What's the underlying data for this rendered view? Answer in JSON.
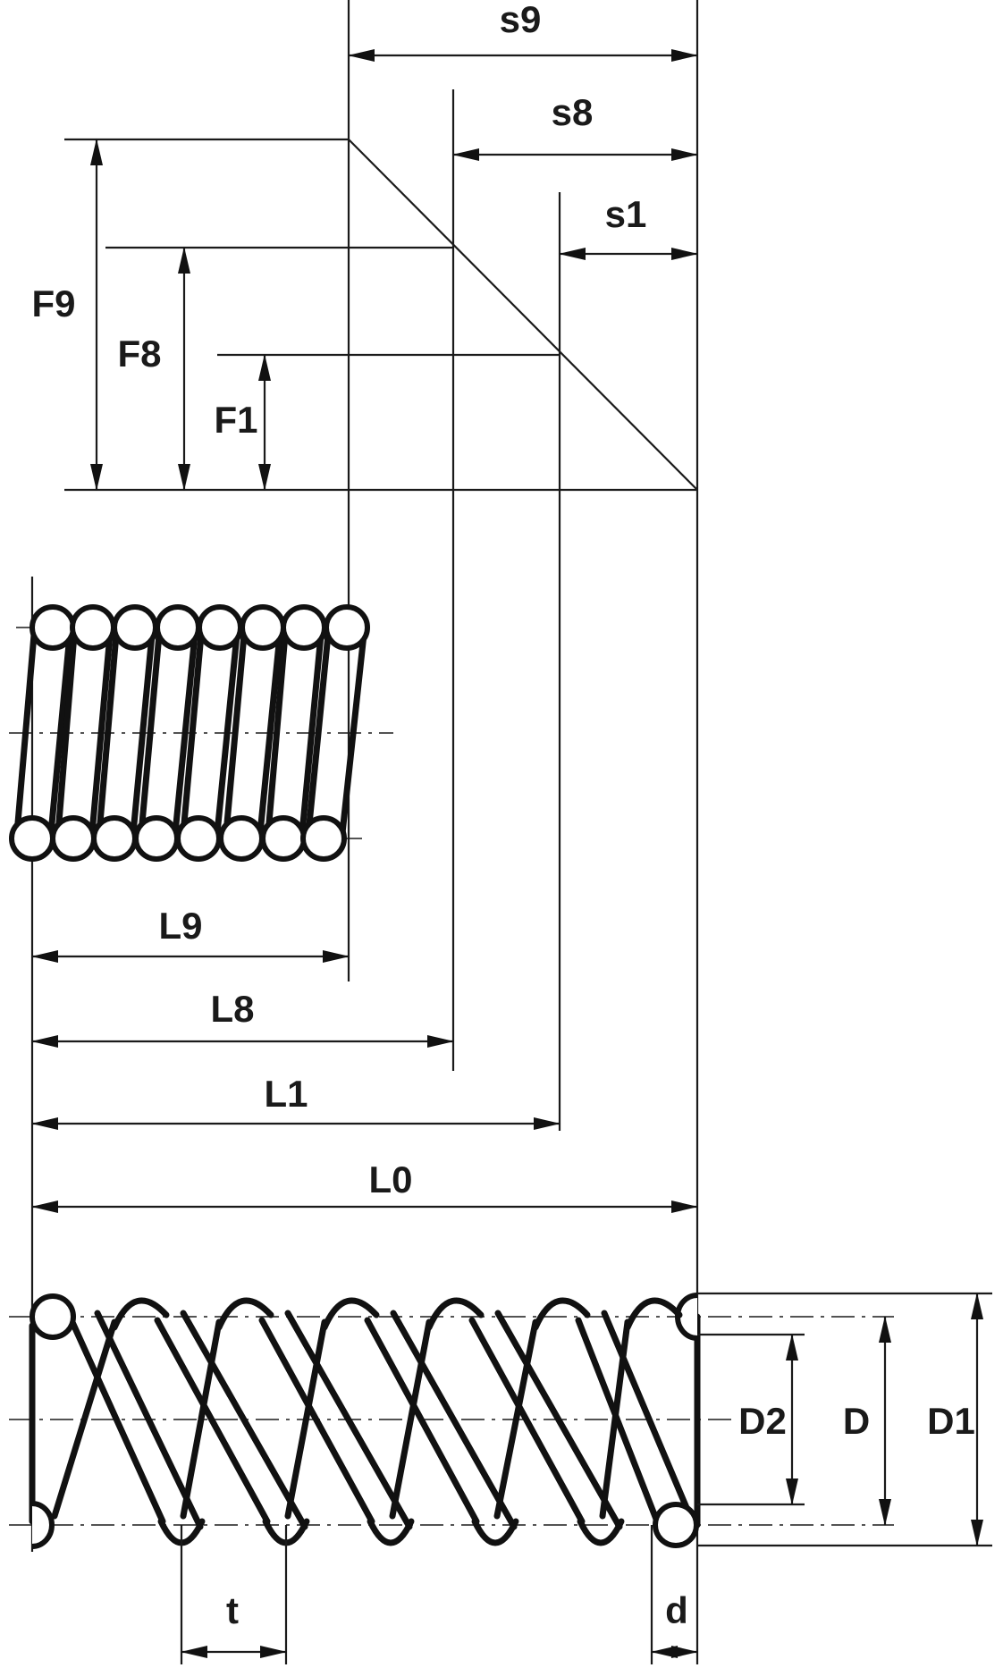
{
  "labels": {
    "s9": "s9",
    "s8": "s8",
    "s1": "s1",
    "F9": "F9",
    "F8": "F8",
    "F1": "F1",
    "L9": "L9",
    "L8": "L8",
    "L1": "L1",
    "L0": "L0",
    "D2": "D2",
    "D": "D",
    "D1": "D1",
    "t": "t",
    "d": "d"
  }
}
